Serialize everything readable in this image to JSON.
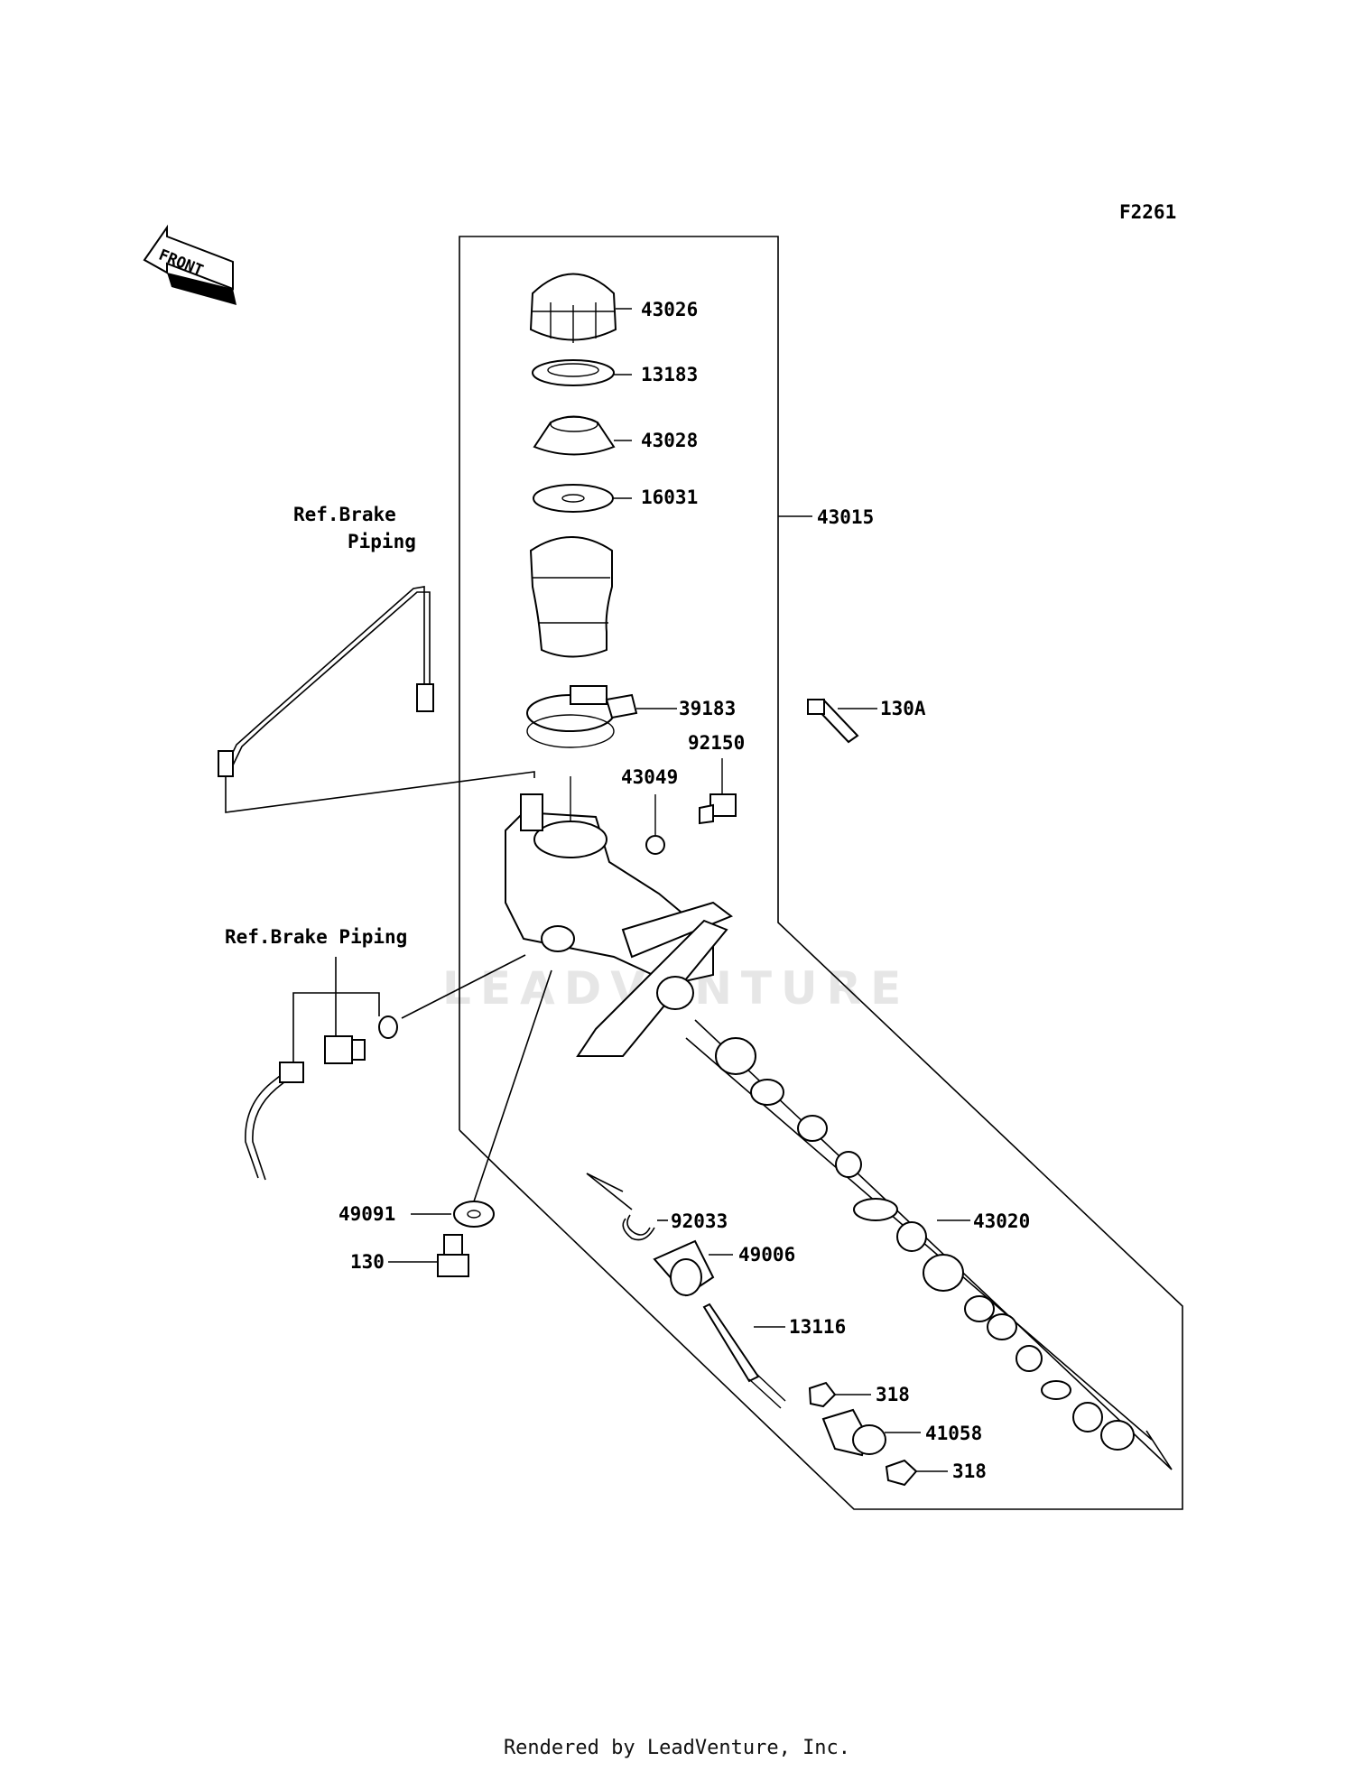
{
  "diagram_code": "F2261",
  "front_arrow_text": "FRONT",
  "watermark": "LEADVENTURE",
  "refs": {
    "brake_piping_top_line1": "Ref.Brake",
    "brake_piping_top_line2": "Piping",
    "brake_piping_left": "Ref.Brake Piping"
  },
  "parts": {
    "p43026": "43026",
    "p13183": "13183",
    "p43028": "43028",
    "p16031": "16031",
    "p43015": "43015",
    "p39183": "39183",
    "p130A": "130A",
    "p92150": "92150",
    "p43049": "43049",
    "p49091": "49091",
    "p130": "130",
    "p92033": "92033",
    "p49006": "49006",
    "p43020": "43020",
    "p13116": "13116",
    "p318a": "318",
    "p41058": "41058",
    "p318b": "318"
  },
  "footer": "Rendered by LeadVenture, Inc."
}
